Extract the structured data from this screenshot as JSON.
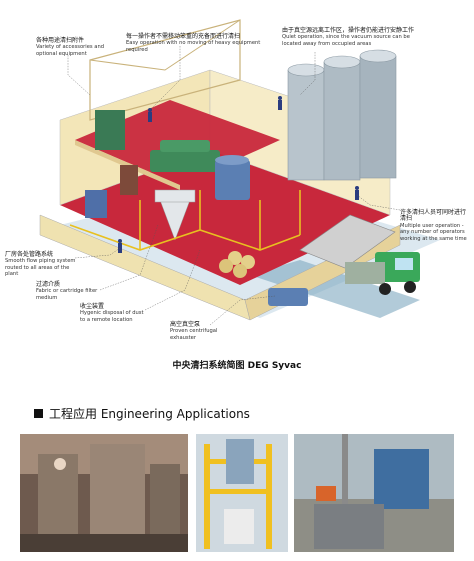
{
  "callouts": [
    {
      "zh": "各种用途清扫附件",
      "en": "Variety of accessories and optional equipment"
    },
    {
      "zh": "每一操作者不需移动笨重的充备而进行清扫",
      "en": "Easy operation with no moving of heavy equipment required"
    },
    {
      "zh": "由于真空源远离工作区，操作者仍能进行安静工作",
      "en": "Quiet operation, since the vacuum source can be located away from occupied areas"
    },
    {
      "zh": "许多清扫人员可同时进行清扫",
      "en": "Multiple user operation - any number of operators working at the same time"
    },
    {
      "zh": "厂房各处管路系统",
      "en": "Smooth flow piping system routed to all areas of the plant"
    },
    {
      "zh": "过滤介质",
      "en": "Fabric or cartridge filter medium"
    },
    {
      "zh": "收尘装置",
      "en": "Hygenic disposal of dust to a remote location"
    },
    {
      "zh": "高空真空泵",
      "en": "Proven centrifugal exhauster"
    }
  ],
  "caption": "中央清扫系统简图 DEG Syvac",
  "section_title": "工程应用 Engineering Applications",
  "colors": {
    "floor": "#c8283c",
    "wall": "#f0e2a8",
    "pipe": "#e8c020",
    "silo": "#b8c4cc",
    "ground": "#7fa8c0"
  }
}
